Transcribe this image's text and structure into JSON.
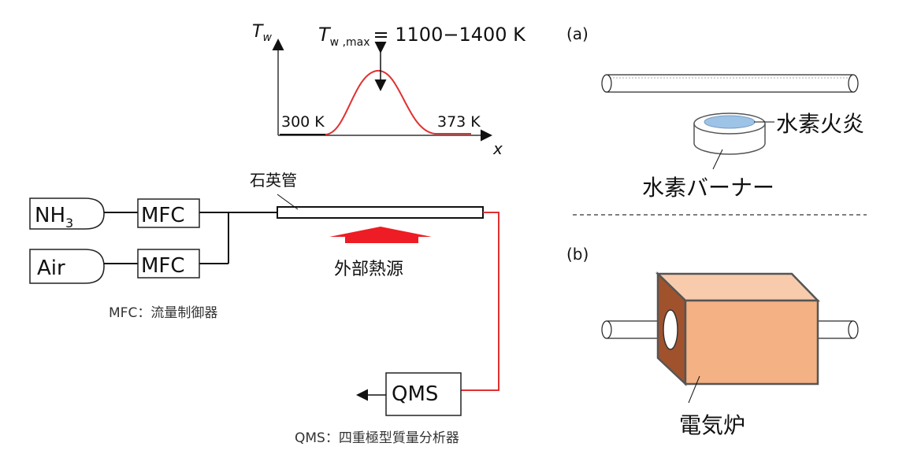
{
  "schematic": {
    "gas_sources": [
      {
        "label": "NH",
        "subscript": "3"
      },
      {
        "label": "Air",
        "subscript": ""
      }
    ],
    "mfc_label": "MFC",
    "mfc_caption": "MFC：流量制御器",
    "tube_label": "石英管",
    "heat_source_label": "外部熱源",
    "qms_label": "QMS",
    "qms_caption": "QMS：四重極型質量分析器"
  },
  "profile_plot": {
    "y_axis_symbol": "T",
    "y_axis_subscript": "w",
    "x_axis_symbol": "x",
    "peak_label_symbol": "T",
    "peak_label_subscript": "w ,max",
    "peak_label_value": "= 1100−1400 K",
    "inlet_temp_label": "300 K",
    "outlet_temp_label": "373 K",
    "curve_color": "#e03030"
  },
  "panel_a": {
    "tag": "(a)",
    "flame_label": "水素火炎",
    "burner_label": "水素バーナー"
  },
  "panel_b": {
    "tag": "(b)",
    "furnace_label": "電気炉",
    "furnace_color": "#f4b183"
  },
  "colors": {
    "line_red": "#e03030",
    "arrow_red": "#ee1c24",
    "flame_blue": "#9dc3e6",
    "furnace_front": "#f4b183",
    "furnace_top": "#f8cbad",
    "furnace_side": "#a0522d"
  }
}
